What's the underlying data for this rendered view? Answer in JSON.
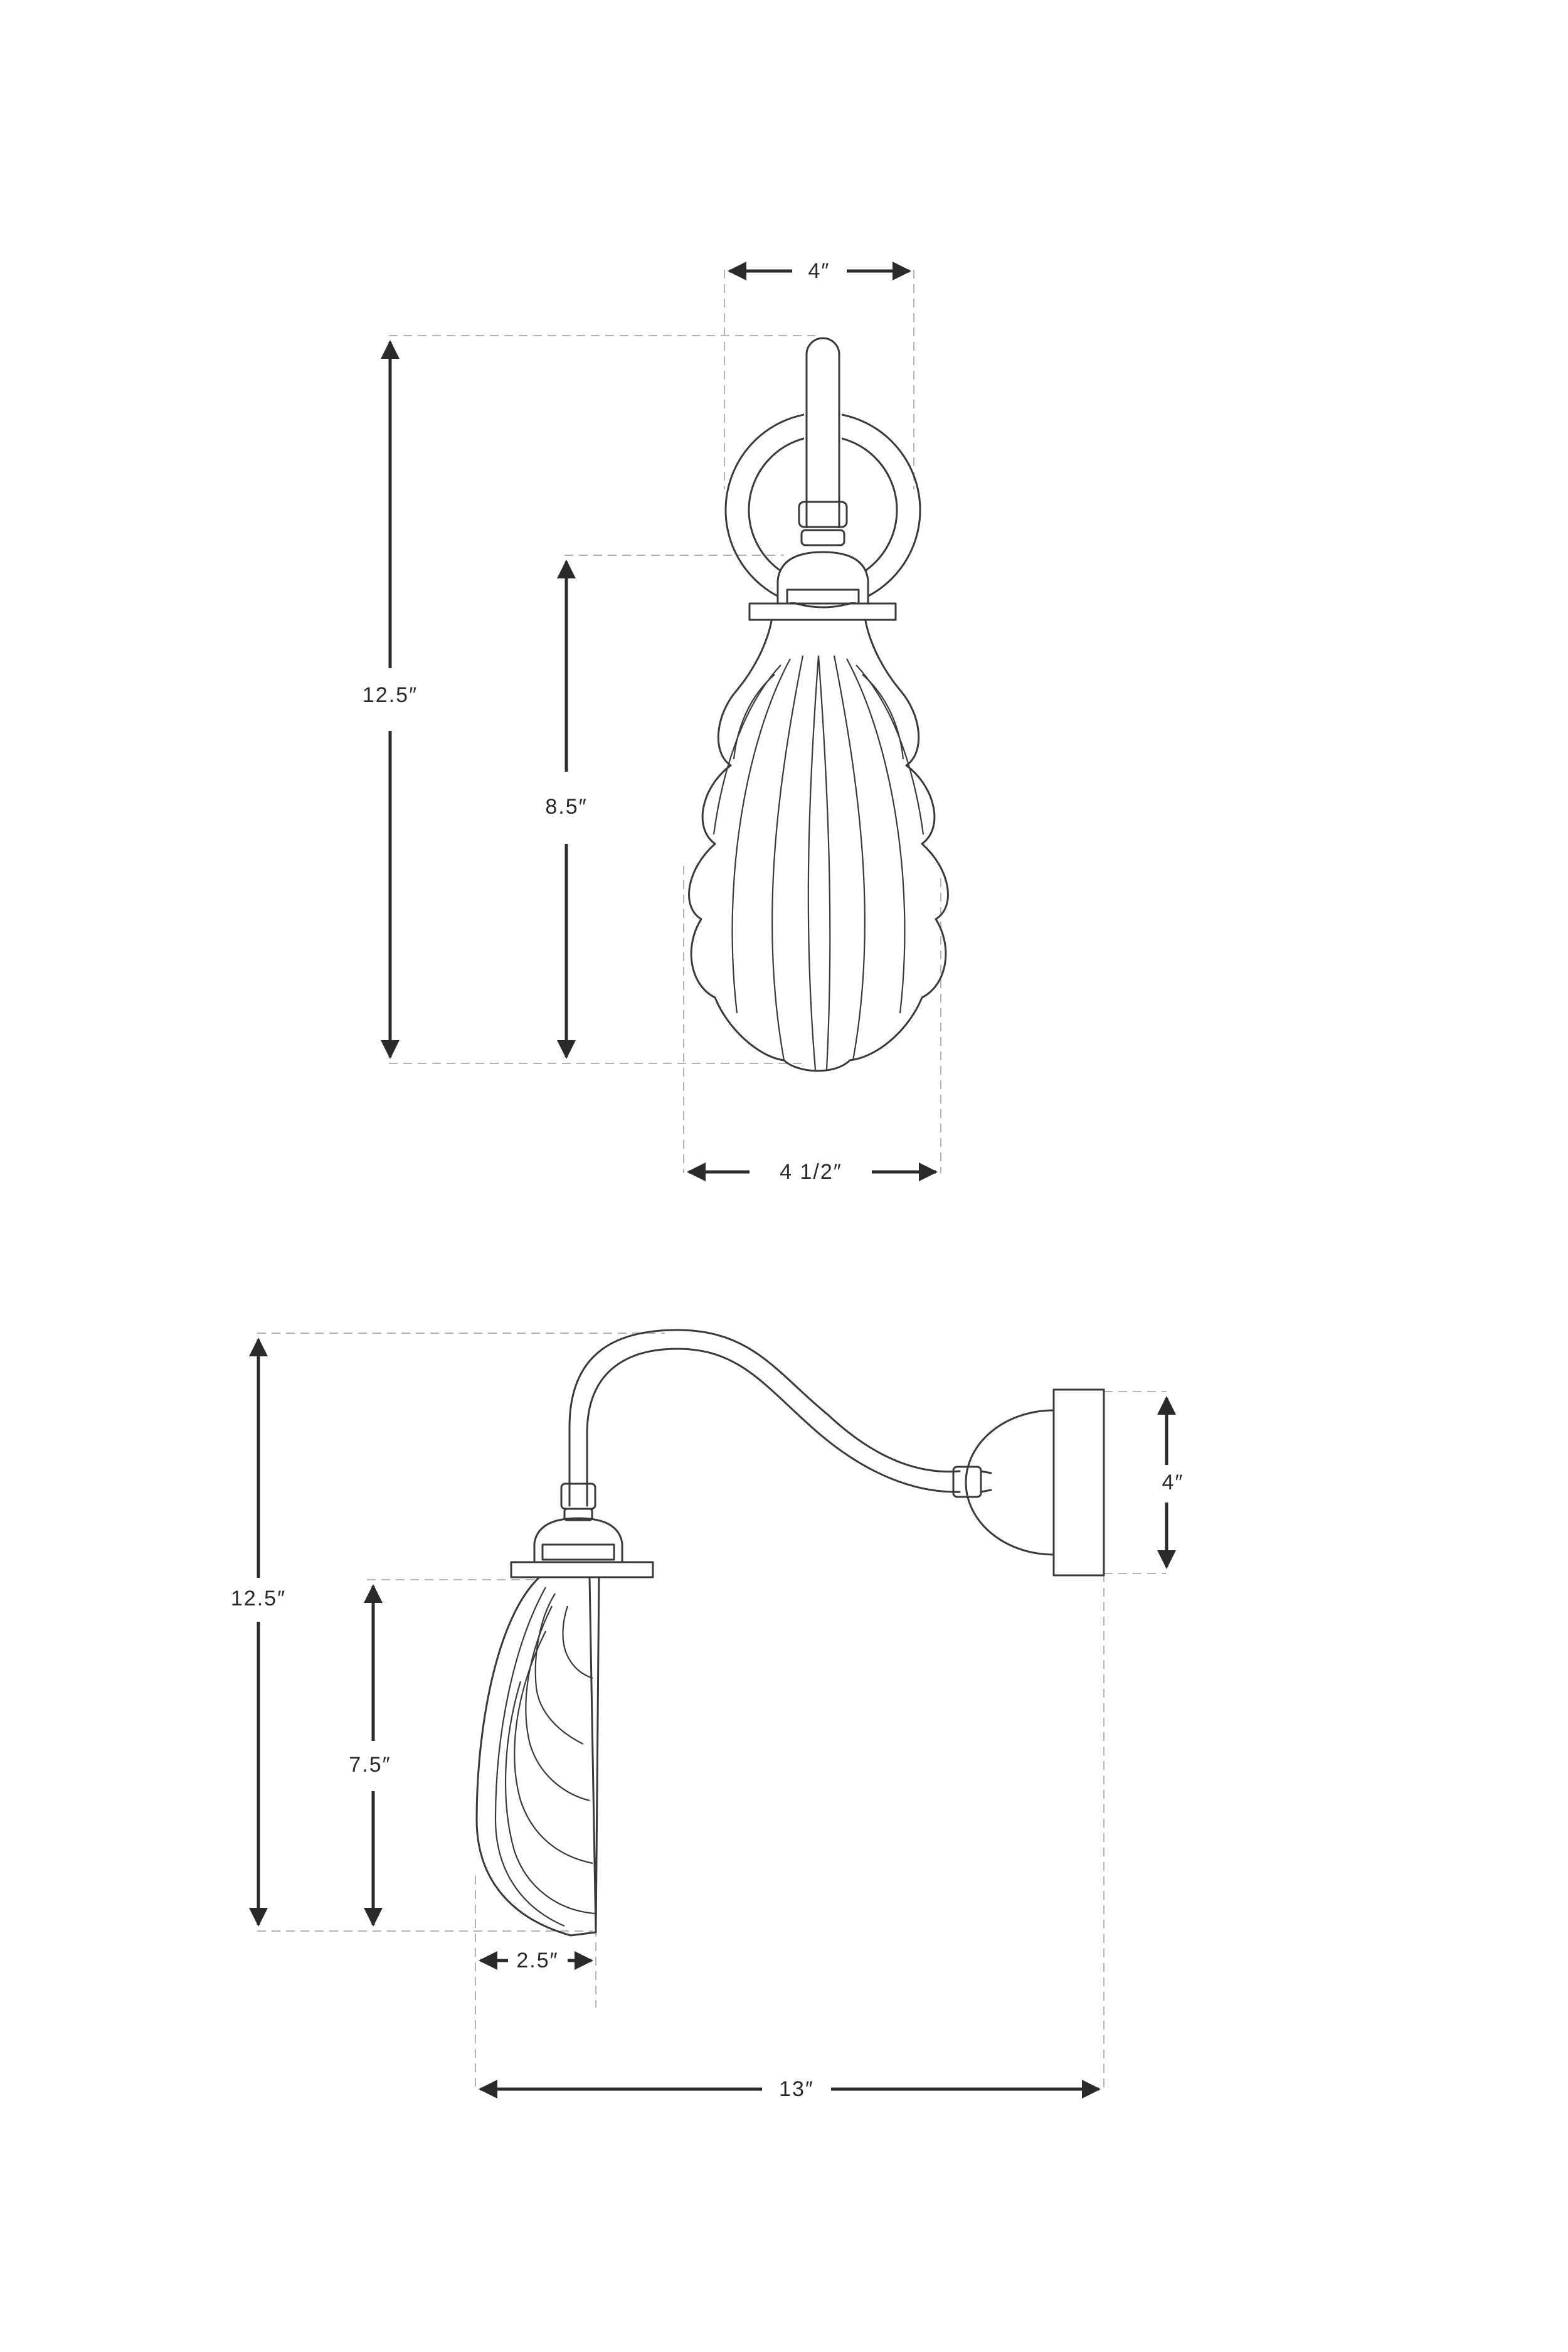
{
  "front_view": {
    "dimensions": {
      "top_width": "4″",
      "overall_height": "12.5″",
      "shade_height": "8.5″",
      "shade_width": "4 1/2″"
    }
  },
  "side_view": {
    "dimensions": {
      "overall_height": "12.5″",
      "backplate_height": "4″",
      "shade_height": "7.5″",
      "shade_depth": "2.5″",
      "overall_projection": "13″"
    }
  },
  "colors": {
    "line": "#3a3a3a",
    "dimension": "#2a2a2a",
    "guide": "#b4b4b4"
  }
}
